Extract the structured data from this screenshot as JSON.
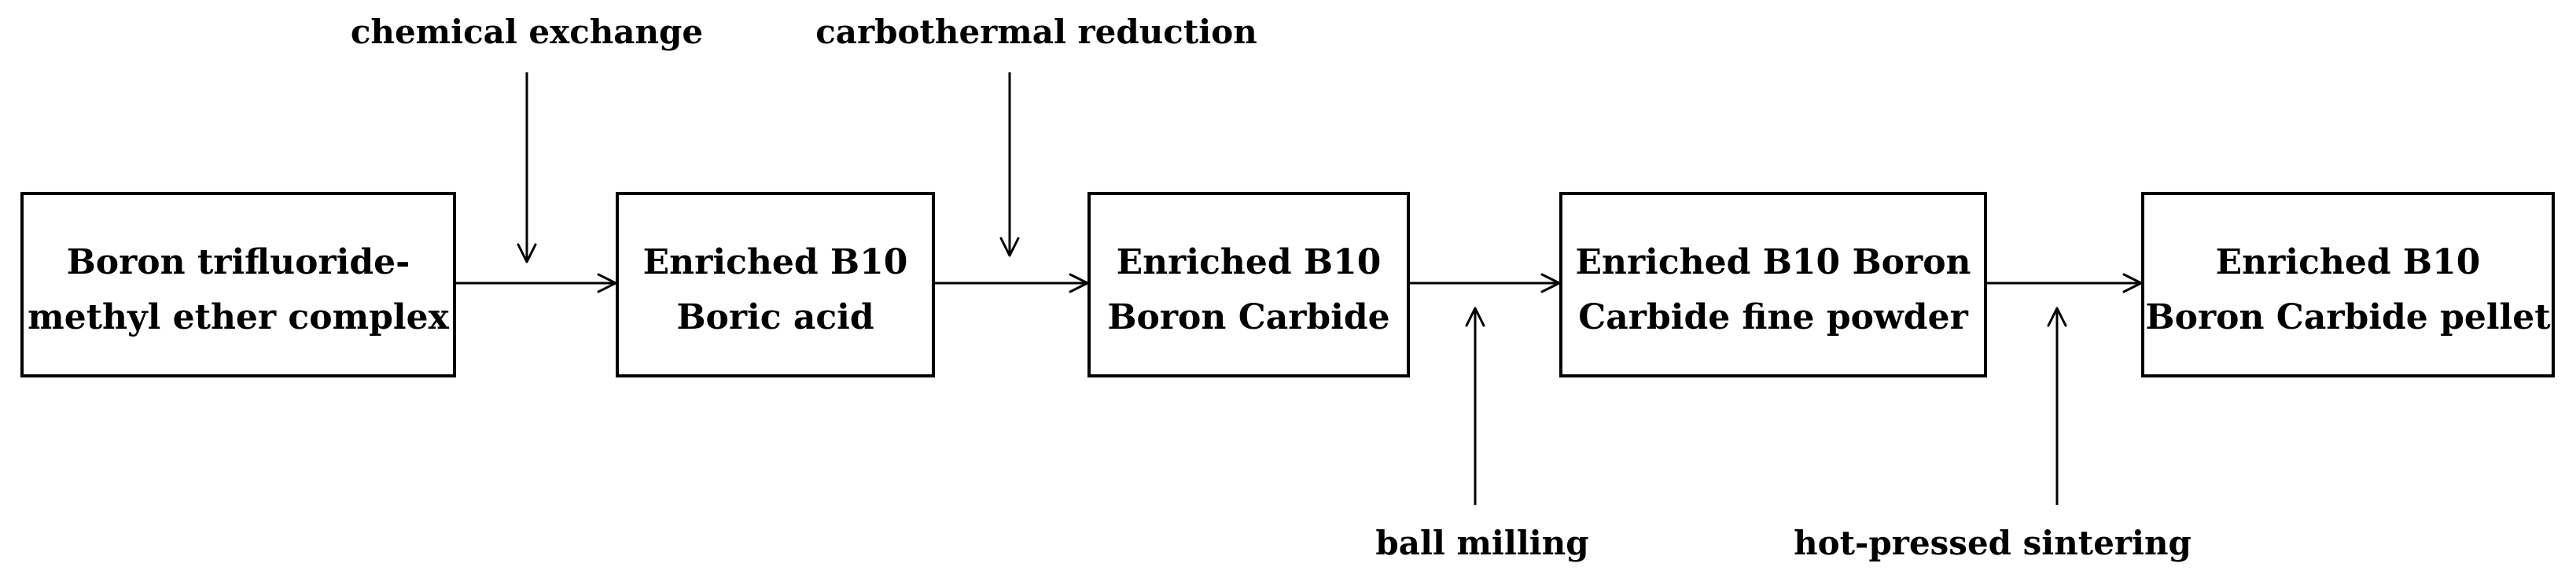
{
  "diagram": {
    "nodes": [
      {
        "id": "n1",
        "lines": [
          "Boron trifluoride-",
          "methyl ether complex"
        ]
      },
      {
        "id": "n2",
        "lines": [
          "Enriched B10",
          "Boric acid"
        ]
      },
      {
        "id": "n3",
        "lines": [
          "Enriched B10",
          "Boron Carbide"
        ]
      },
      {
        "id": "n4",
        "lines": [
          "Enriched B10 Boron",
          "Carbide fine powder"
        ]
      },
      {
        "id": "n5",
        "lines": [
          "Enriched B10",
          "Boron Carbide pellet"
        ]
      }
    ],
    "steps": [
      {
        "from": "n1",
        "to": "n2",
        "label": "chemical exchange",
        "position": "above"
      },
      {
        "from": "n2",
        "to": "n3",
        "label": "carbothermal reduction",
        "position": "above"
      },
      {
        "from": "n3",
        "to": "n4",
        "label": "ball milling",
        "position": "below"
      },
      {
        "from": "n4",
        "to": "n5",
        "label": "hot-pressed sintering",
        "position": "below"
      }
    ]
  }
}
